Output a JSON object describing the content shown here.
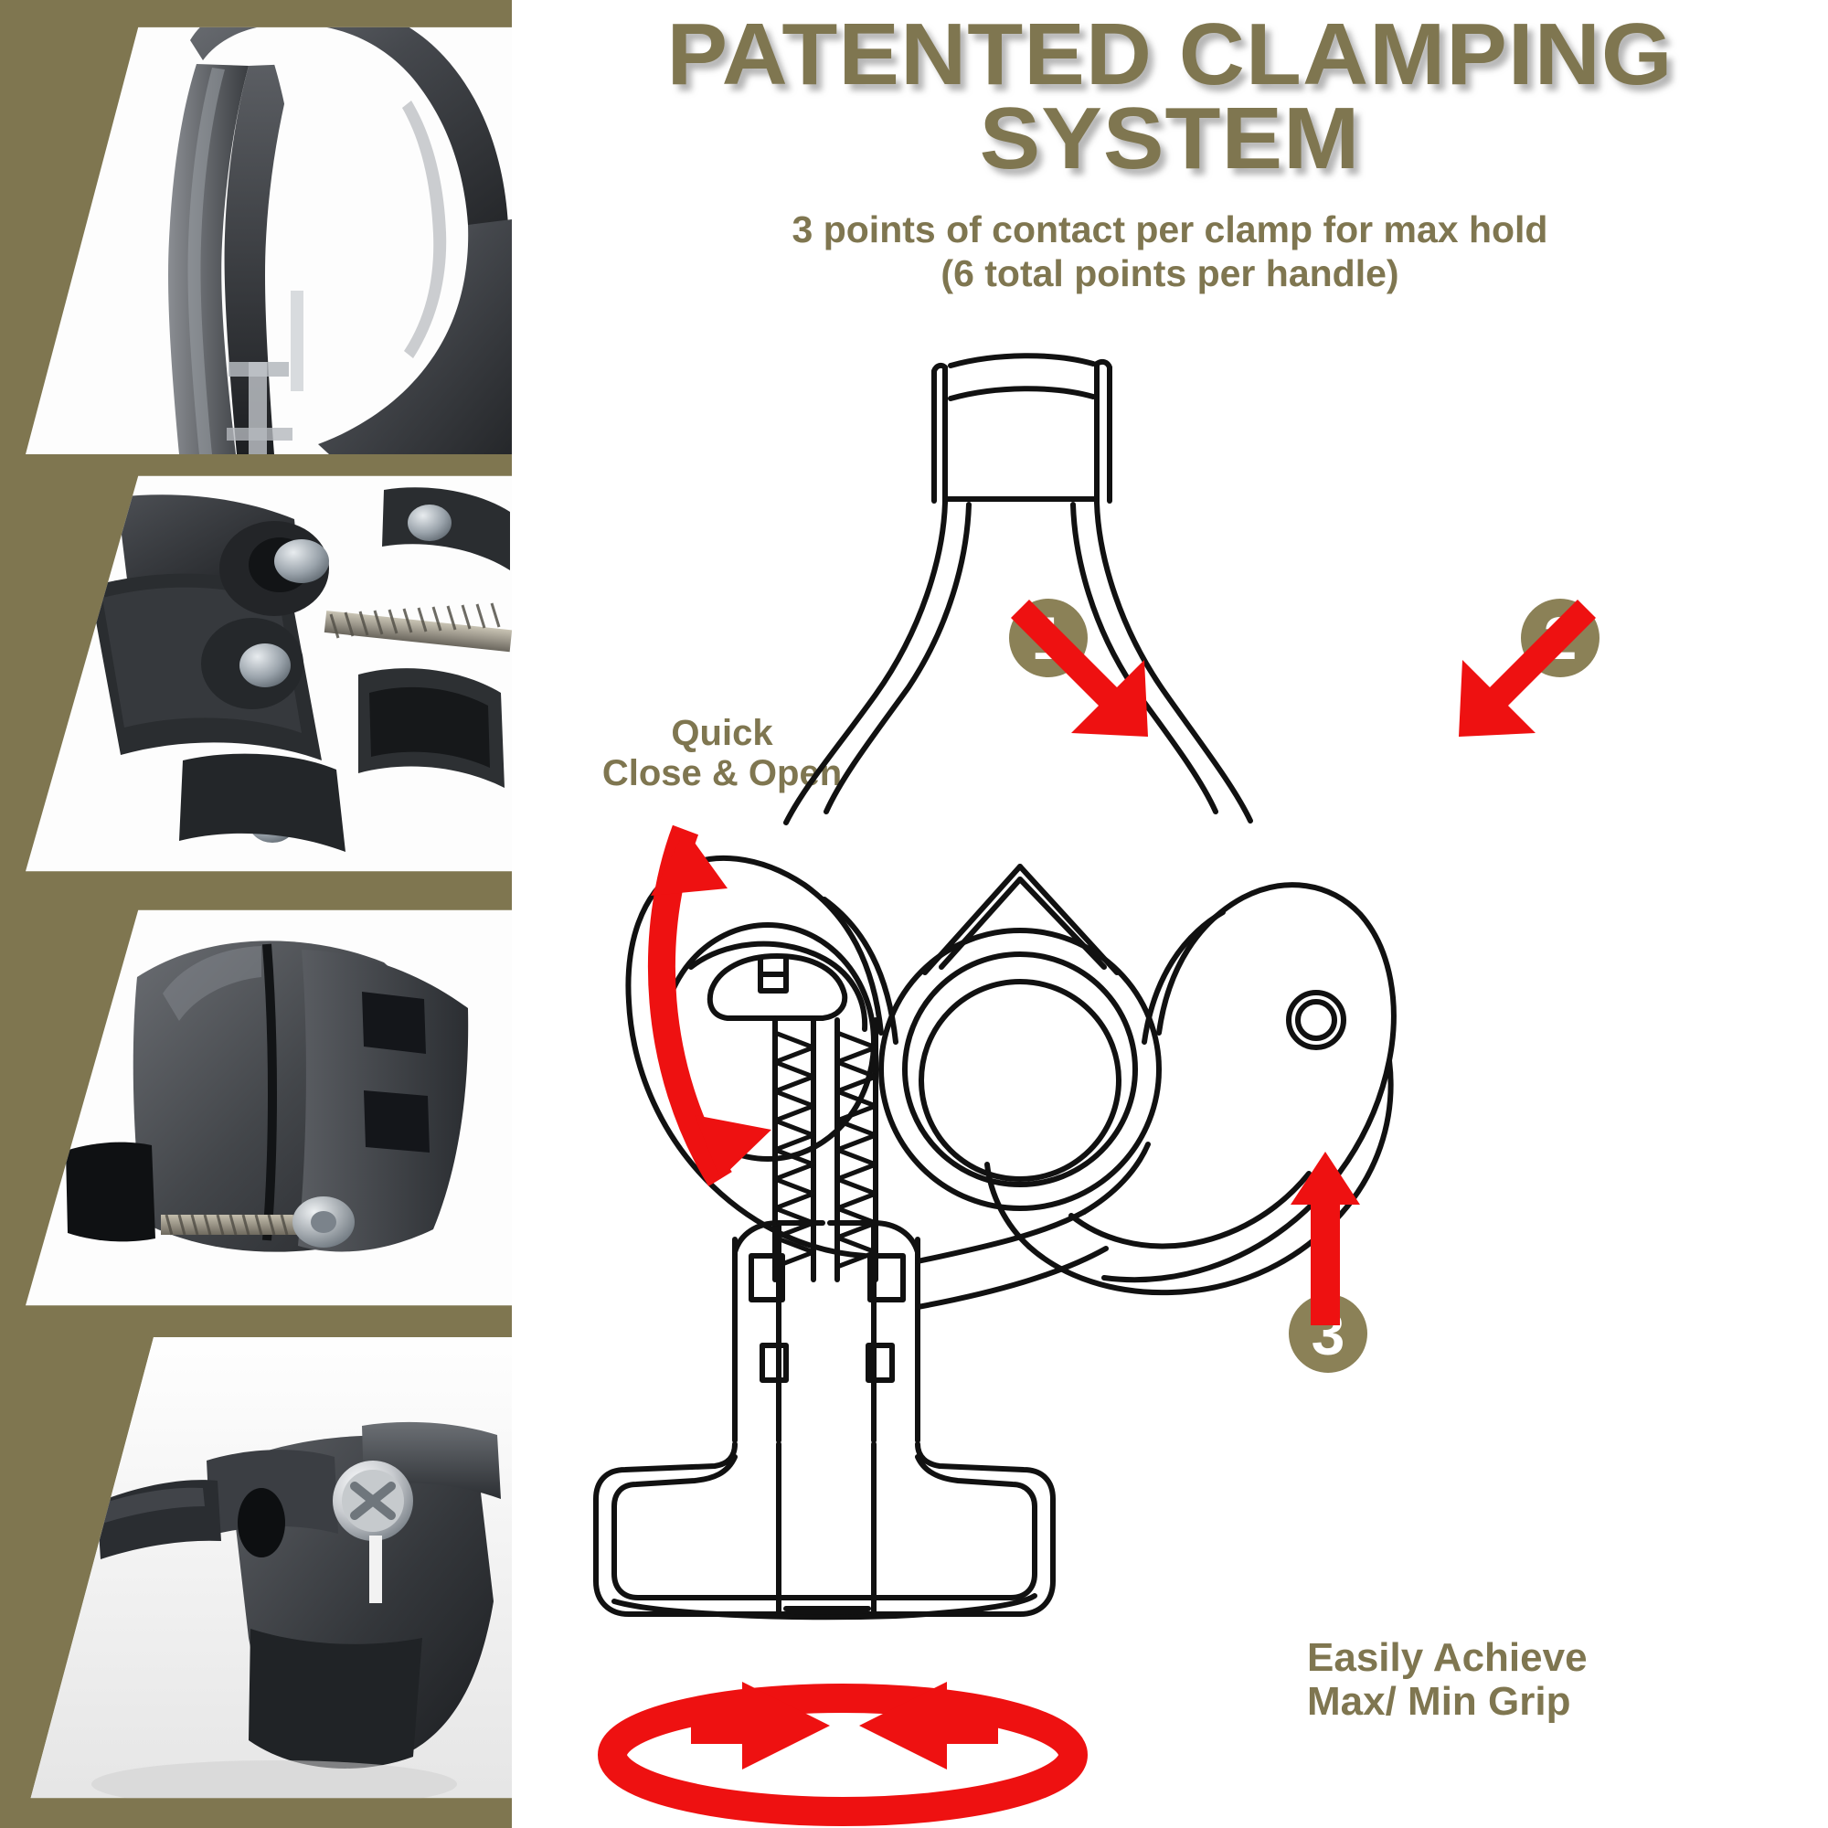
{
  "header": {
    "title_line1": "PATENTED CLAMPING",
    "title_line2": "SYSTEM",
    "subtitle_line1": "3 points of contact per clamp for max hold",
    "subtitle_line2": "(6 total points per handle)"
  },
  "labels": {
    "quick_line1": "Quick",
    "quick_line2": "Close & Open",
    "grip_line1": "Easily Achieve",
    "grip_line2": "Max/ Min Grip"
  },
  "badges": [
    {
      "number": "1"
    },
    {
      "number": "2"
    },
    {
      "number": "3"
    }
  ],
  "photos": [
    {
      "caption": "clamp-fork-detail-photo"
    },
    {
      "caption": "clamp-screw-hardware-photo"
    },
    {
      "caption": "clamp-jaw-closeup-photo"
    },
    {
      "caption": "clamp-pivot-screw-photo"
    }
  ],
  "colors": {
    "olive": "#7f7650",
    "badge_olive": "#8b8157",
    "arrow_red": "#ee1111",
    "line_black": "#111111",
    "panel_white": "#ffffff"
  },
  "icons": {
    "arrow_1": "arrow-down-right-icon",
    "arrow_2": "arrow-down-left-icon",
    "arrow_3": "arrow-up-icon",
    "quick_arrow": "curved-double-arrow-icon",
    "grip_arrow": "rotation-ellipse-arrow-icon"
  }
}
